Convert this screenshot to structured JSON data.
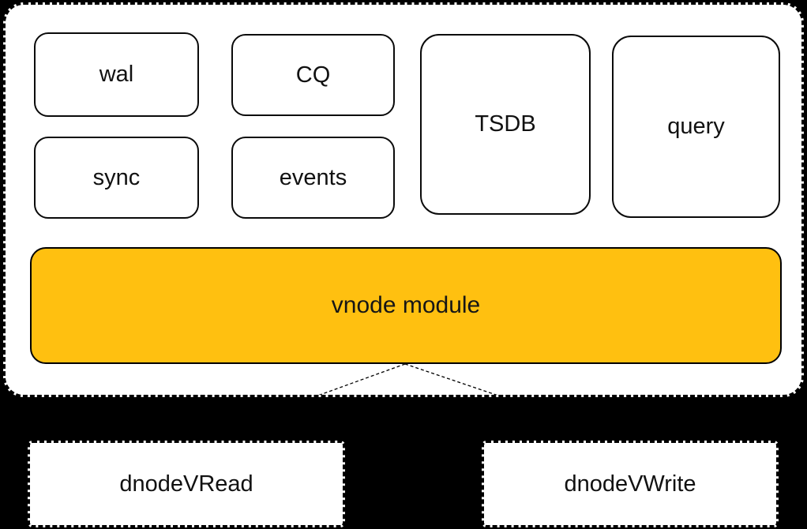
{
  "canvas": {
    "background": "#000000"
  },
  "container": {
    "fill": "#FFFFFF",
    "border_color": "#000000",
    "border_style": "dashed",
    "modules": [
      {
        "name": "wal",
        "label": "wal"
      },
      {
        "name": "cq",
        "label": "CQ"
      },
      {
        "name": "sync",
        "label": "sync"
      },
      {
        "name": "events",
        "label": "events"
      },
      {
        "name": "tsdb",
        "label": "TSDB"
      },
      {
        "name": "query",
        "label": "query"
      }
    ],
    "vnode_module": {
      "label": "vnode module",
      "fill": "#FFC010",
      "border_color": "#000000"
    }
  },
  "connections": [
    {
      "from": "vnode module",
      "to": "dnodeVRead",
      "style": "dashed"
    },
    {
      "from": "vnode module",
      "to": "dnodeVWrite",
      "style": "dashed"
    }
  ],
  "dnode_boxes": [
    {
      "name": "dnode-vread",
      "label": "dnodeVRead"
    },
    {
      "name": "dnode-vwrite",
      "label": "dnodeVWrite"
    }
  ]
}
